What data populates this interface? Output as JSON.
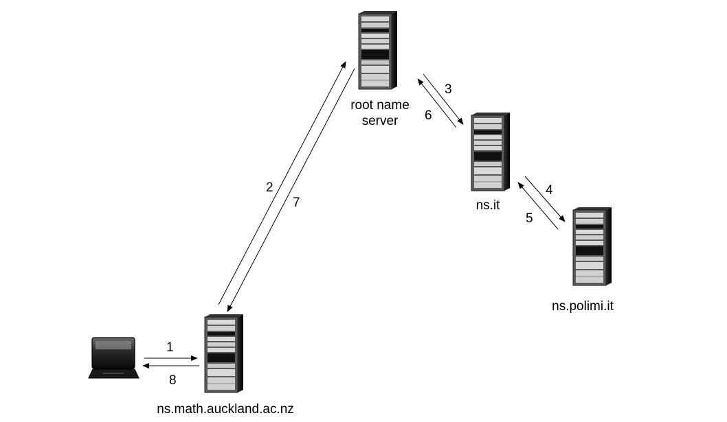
{
  "nodes": {
    "root": {
      "name": "root name",
      "name2": "server"
    },
    "ns_it": {
      "name": "ns.it"
    },
    "ns_polimi": {
      "name": "ns.polimi.it"
    },
    "ns_math": {
      "name": "ns.math.auckland.ac.nz"
    },
    "laptop": {
      "icon": "laptop-icon"
    },
    "server_icon": "server-icon"
  },
  "steps": {
    "s1": "1",
    "s2": "2",
    "s3": "3",
    "s4": "4",
    "s5": "5",
    "s6": "6",
    "s7": "7",
    "s8": "8"
  },
  "colors": {
    "line": "#000000",
    "server_body": "#5a5a5a",
    "server_panel": "#d8d8d8",
    "server_dark": "#111111"
  }
}
